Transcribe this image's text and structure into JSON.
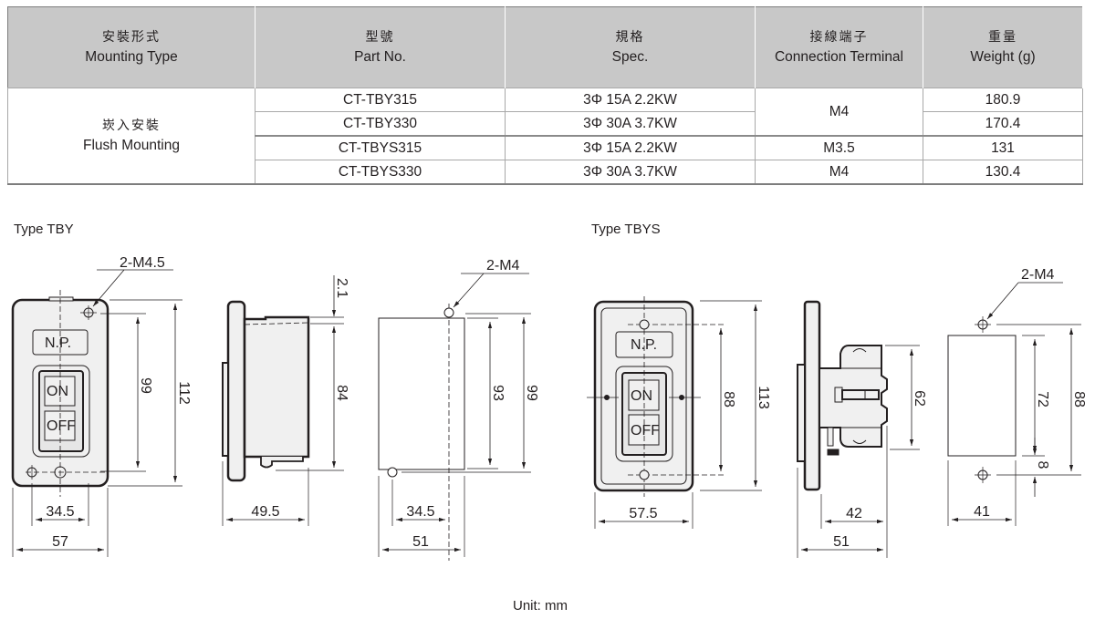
{
  "table": {
    "headers": [
      {
        "zh": "安裝形式",
        "en": "Mounting Type"
      },
      {
        "zh": "型號",
        "en": "Part No."
      },
      {
        "zh": "規格",
        "en": "Spec."
      },
      {
        "zh": "接線端子",
        "en": "Connection Terminal"
      },
      {
        "zh": "重量",
        "en": "Weight (g)"
      }
    ],
    "mounting": {
      "zh": "崁入安裝",
      "en": "Flush Mounting"
    },
    "rows": [
      {
        "part": "CT-TBY315",
        "spec": "3Φ 15A 2.2KW",
        "terminal": "M4",
        "weight": "180.9"
      },
      {
        "part": "CT-TBY330",
        "spec": "3Φ 30A 3.7KW",
        "terminal": "M4",
        "weight": "170.4"
      },
      {
        "part": "CT-TBYS315",
        "spec": "3Φ 15A 2.2KW",
        "terminal": "M3.5",
        "weight": "131"
      },
      {
        "part": "CT-TBYS330",
        "spec": "3Φ 30A 3.7KW",
        "terminal": "M4",
        "weight": "130.4"
      }
    ]
  },
  "tby": {
    "title": "Type TBY",
    "front": {
      "hole_label": "2-M4.5",
      "np": "N.P.",
      "on": "ON",
      "off": "OFF",
      "dim_hole_pitch": "99",
      "dim_height": "112",
      "dim_hole_x": "34.5",
      "dim_width": "57"
    },
    "side": {
      "dim_top": "2.1",
      "dim_body": "84",
      "dim_depth": "49.5"
    },
    "cutout": {
      "hole_label": "2-M4",
      "dim_height": "93",
      "dim_hole_pitch": "99",
      "dim_hole_x": "34.5",
      "dim_width": "51"
    }
  },
  "tbys": {
    "title": "Type TBYS",
    "front": {
      "np": "N.P.",
      "on": "ON",
      "off": "OFF",
      "dim_hole_pitch": "88",
      "dim_height": "113",
      "dim_width": "57.5"
    },
    "side": {
      "dim_body": "62",
      "dim_body_depth": "42",
      "dim_depth": "51"
    },
    "cutout": {
      "hole_label": "2-M4",
      "dim_height": "72",
      "dim_offset": "8",
      "dim_hole_pitch": "88",
      "dim_width": "41"
    }
  },
  "footer": {
    "unit": "Unit: mm"
  }
}
